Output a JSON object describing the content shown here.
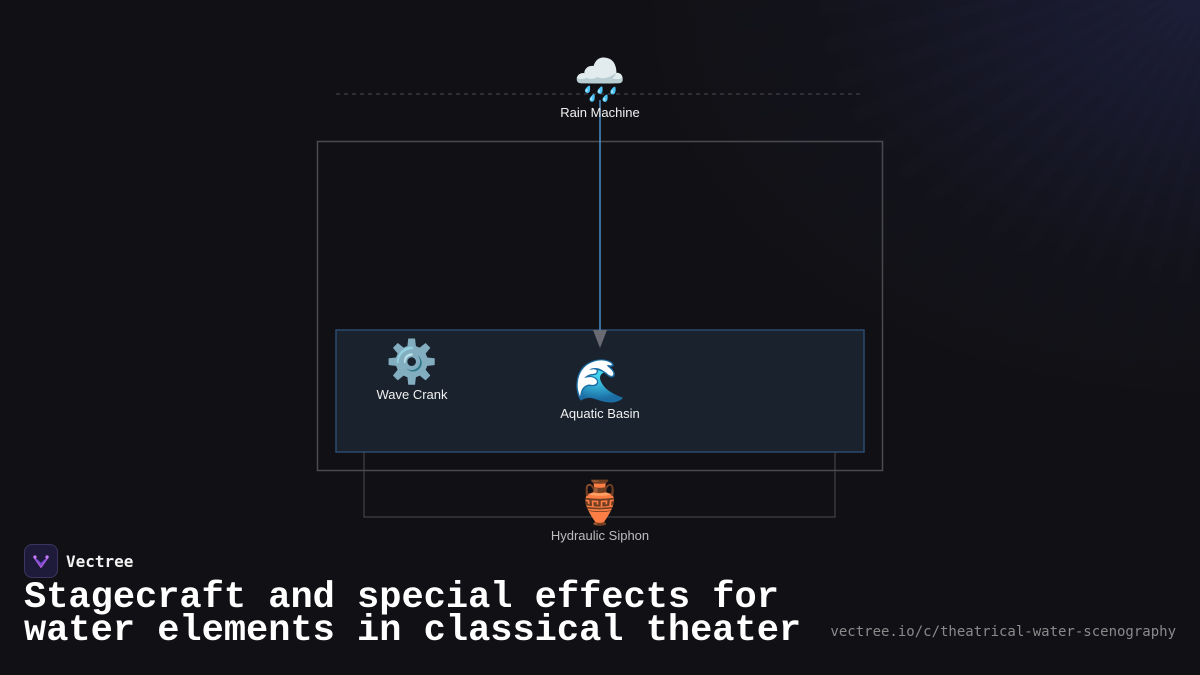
{
  "diagram": {
    "nodes": [
      {
        "id": "rain",
        "label": "Rain Machine",
        "icon": "rain-cloud-icon",
        "emoji": "🌧️"
      },
      {
        "id": "crank",
        "label": "Wave Crank",
        "icon": "gear-icon",
        "emoji": "⚙️"
      },
      {
        "id": "basin",
        "label": "Aquatic Basin",
        "icon": "wave-icon",
        "emoji": "🌊"
      },
      {
        "id": "siphon",
        "label": "Hydraulic Siphon",
        "icon": "amphora-icon",
        "emoji": "🏺"
      }
    ],
    "edges": [
      {
        "from": "rain",
        "to": "basin"
      }
    ]
  },
  "footer": {
    "brand": "Vectree",
    "title": "Stagecraft and special effects for water elements in classical theater",
    "url": "vectree.io/c/theatrical-water-scenography"
  },
  "colors": {
    "background": "#111115",
    "arrow": "#4a8ec9",
    "basin_fill": "#1a222d",
    "basin_border": "#2b4a6e"
  }
}
